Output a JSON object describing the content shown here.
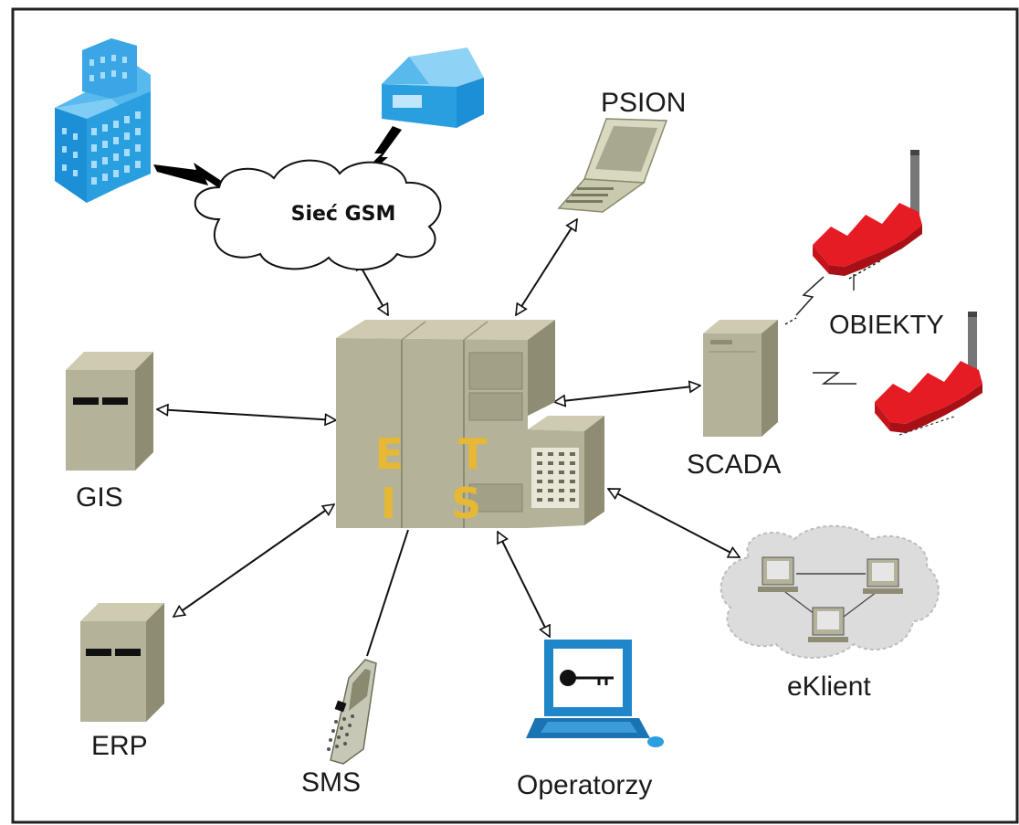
{
  "nodes": {
    "center": {
      "label": "E T I S"
    },
    "gsm": {
      "label": "Sieć GSM"
    },
    "psion": {
      "label": "PSION"
    },
    "obiekty": {
      "label": "OBIEKTY"
    },
    "scada": {
      "label": "SCADA"
    },
    "gis": {
      "label": "GIS"
    },
    "erp": {
      "label": "ERP"
    },
    "sms": {
      "label": "SMS"
    },
    "operatorzy": {
      "label": "Operatorzy"
    },
    "eklient": {
      "label": "eKlient"
    }
  },
  "colors": {
    "server_face": "#b5b29a",
    "server_side": "#8f8c74",
    "building_blue": "#2a9fe0",
    "factory_red": "#e61c24",
    "etis_text": "#e6b833",
    "laptop_blue": "#1f86c9"
  }
}
